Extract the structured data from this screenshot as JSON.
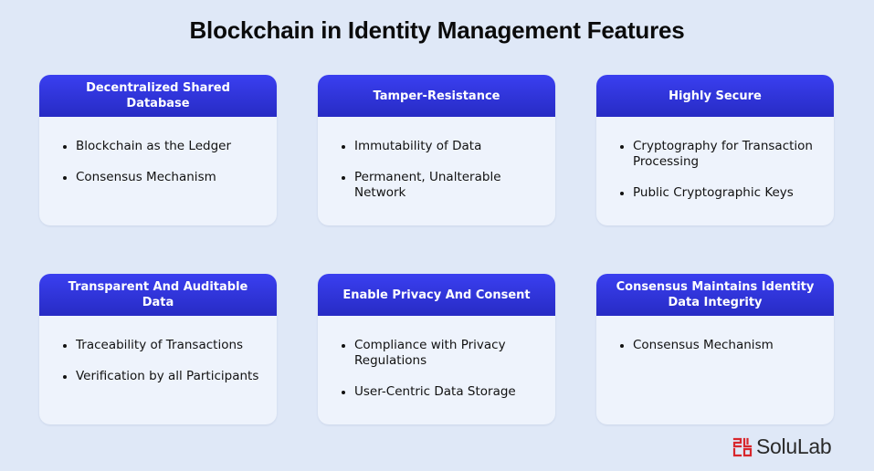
{
  "title": "Blockchain in Identity Management Features",
  "cards": [
    {
      "heading": "Decentralized Shared Database",
      "items": [
        "Blockchain as the Ledger",
        "Consensus Mechanism"
      ]
    },
    {
      "heading": "Tamper-Resistance",
      "items": [
        "Immutability of Data",
        "Permanent, Unalterable Network"
      ]
    },
    {
      "heading": "Highly Secure",
      "items": [
        "Cryptography for Transaction Processing",
        "Public Cryptographic Keys"
      ]
    },
    {
      "heading": "Transparent And Auditable Data",
      "items": [
        "Traceability of Transactions",
        "Verification by all Participants"
      ]
    },
    {
      "heading": "Enable Privacy And Consent",
      "items": [
        "Compliance with Privacy Regulations",
        "User-Centric Data Storage"
      ]
    },
    {
      "heading": "Consensus Maintains Identity Data Integrity",
      "items": [
        "Consensus Mechanism"
      ]
    }
  ],
  "logo": {
    "text": "SoluLab",
    "icon": "solulab-logo-icon"
  },
  "colors": {
    "background": "#dfe8f7",
    "header": "#2f33dc",
    "card": "#eef3fc",
    "logo_red": "#d8262c"
  }
}
